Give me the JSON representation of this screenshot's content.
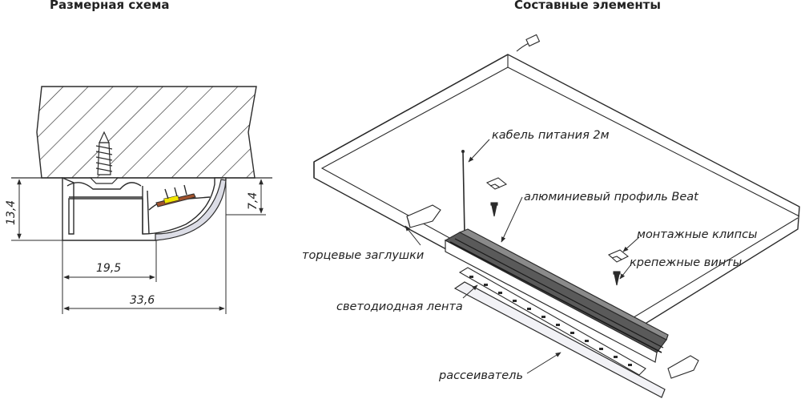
{
  "headings": {
    "left": "Размерная схема",
    "right": "Составные элементы"
  },
  "dimensions": {
    "height_total": "13,4",
    "height_lens": "7,4",
    "width_base": "19,5",
    "width_total": "33,6"
  },
  "callouts": {
    "cable": "кабель питания 2м",
    "profile": "алюминиевый профиль Beat",
    "clips": "монтажные клипсы",
    "screws": "крепежные винты",
    "end_caps": "торцевые заглушки",
    "led_strip": "светодиодная лента",
    "diffuser": "рассеиватель"
  },
  "colors": {
    "line": "#2b2b2b",
    "led_copper": "#a0522d",
    "led_chip": "#f2e600",
    "diffuser_fill": "#dcdde6"
  }
}
